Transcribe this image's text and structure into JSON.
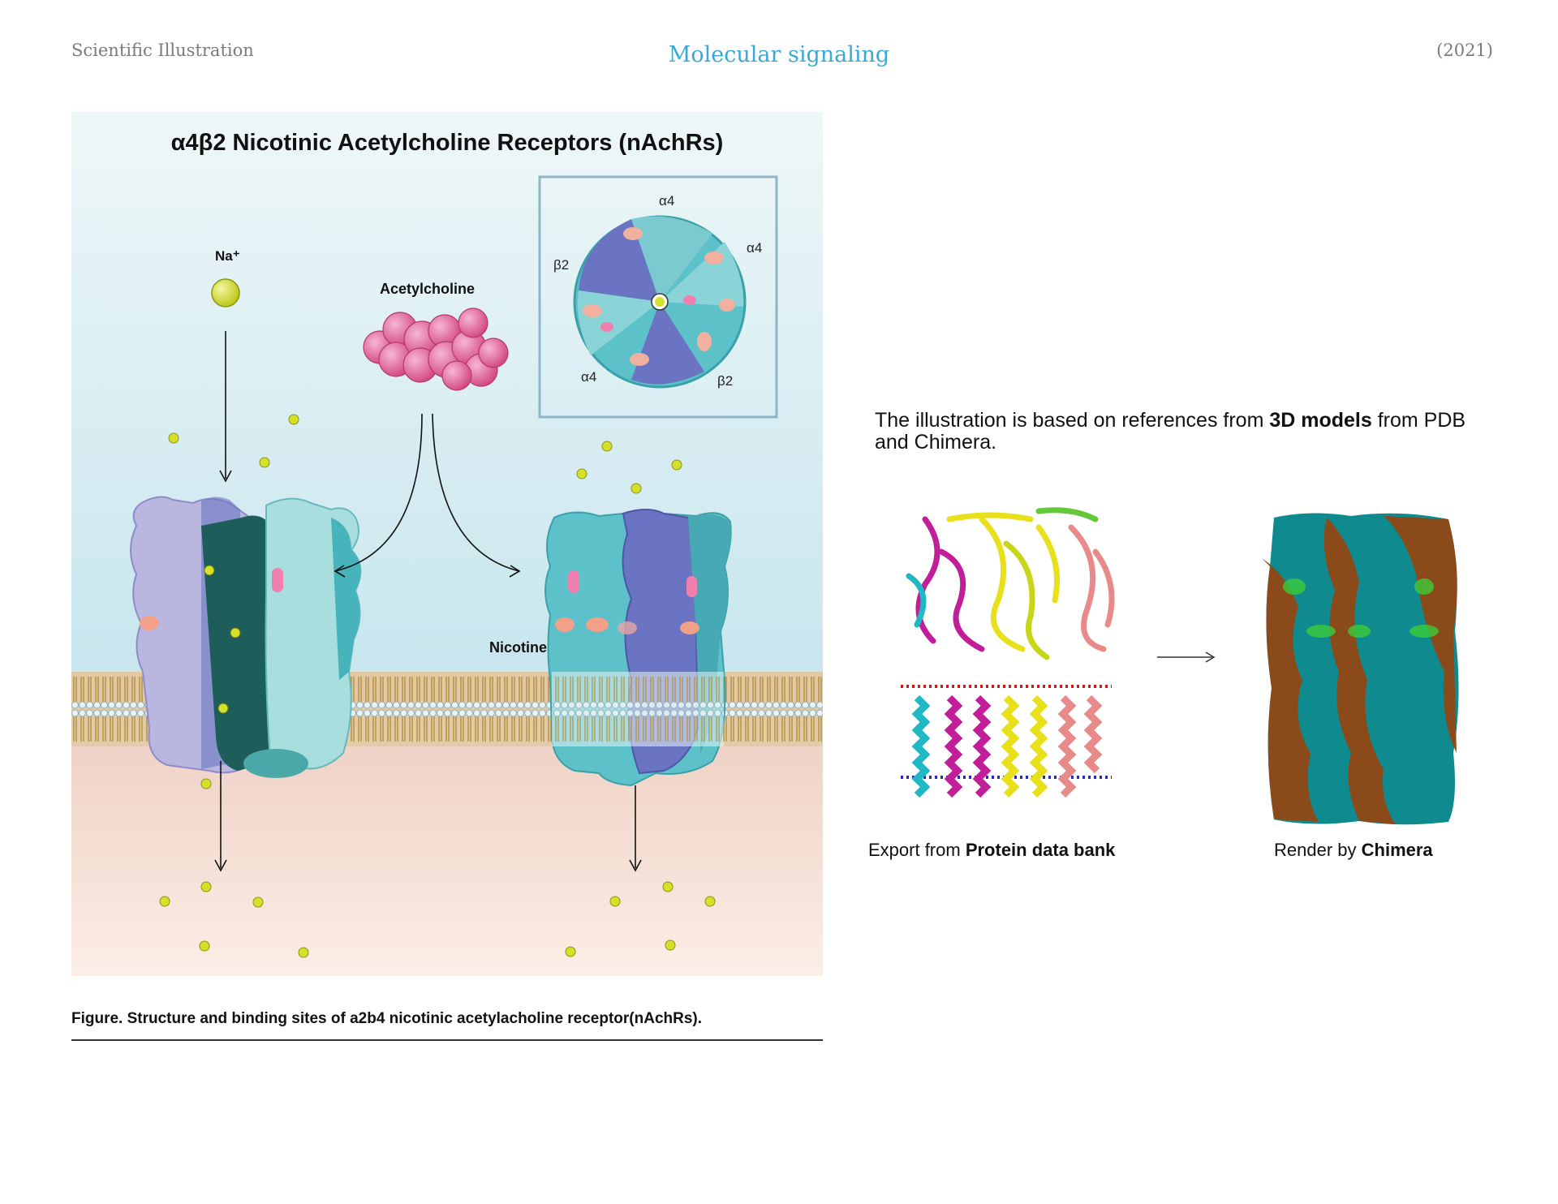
{
  "header": {
    "left": "Scientific Illustration",
    "center": "Molecular signaling",
    "right": "(2021)"
  },
  "figure": {
    "title": "α4β2 Nicotinic Acetylcholine Receptors (nAchRs)",
    "ion_label": "Na⁺",
    "ligand_label": "Acetylcholine",
    "nicotine_label": "Nicotine",
    "subunits": {
      "top": "α4",
      "right": "α4",
      "left": "β2",
      "bottom_left": "α4",
      "bottom_right": "β2"
    }
  },
  "caption": "Figure. Structure and binding sites of a2b4 nicotinic acetylacholine receptor(nAchRs).",
  "reference": {
    "text_prefix": "The illustration is based on references from ",
    "text_bold": "3D models",
    "text_suffix": " from PDB and Chimera.",
    "pdb_caption_prefix": "Export from ",
    "pdb_caption_bold": "Protein data bank",
    "chimera_caption_prefix": "Render by ",
    "chimera_caption_bold": "Chimera"
  },
  "colors": {
    "accent_header": "#3aa8d6",
    "sodium": "#d4e02a",
    "acetylcholine": "#e0609a",
    "alpha4": "#5cc1c8",
    "beta2": "#6b74c2",
    "membrane": "#c9b27a",
    "chimera_teal": "#0f8a8f",
    "chimera_brown": "#8a4a1a"
  }
}
